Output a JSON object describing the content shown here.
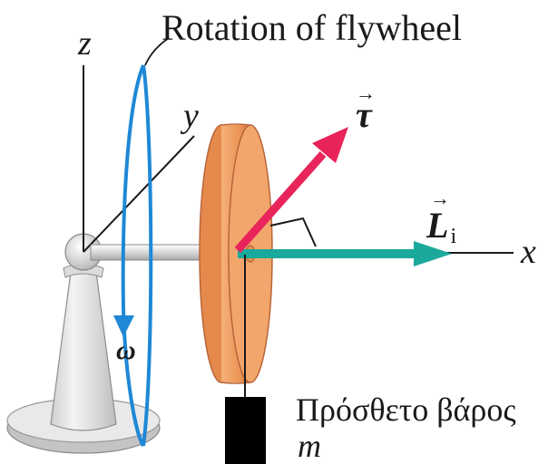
{
  "labels": {
    "caption": "Rotation of flywheel",
    "axis_x": "x",
    "axis_y": "y",
    "axis_z": "z",
    "omega": "ω",
    "torque": "τ",
    "angular_momentum": "L",
    "angular_momentum_subscript": "i",
    "vector_arrow": "→",
    "added_weight": "Πρόσθετο βάρος",
    "mass": "m"
  },
  "colors": {
    "rotation_loop": "#1e88d6",
    "torque_vector": "#e8245a",
    "angular_momentum_vector": "#1aa99a",
    "flywheel_face": "#f3a66b",
    "flywheel_rim": "#e98e4d",
    "flywheel_edge": "#b8653a",
    "stand": "#d6d6d6",
    "weight": "#000000"
  }
}
